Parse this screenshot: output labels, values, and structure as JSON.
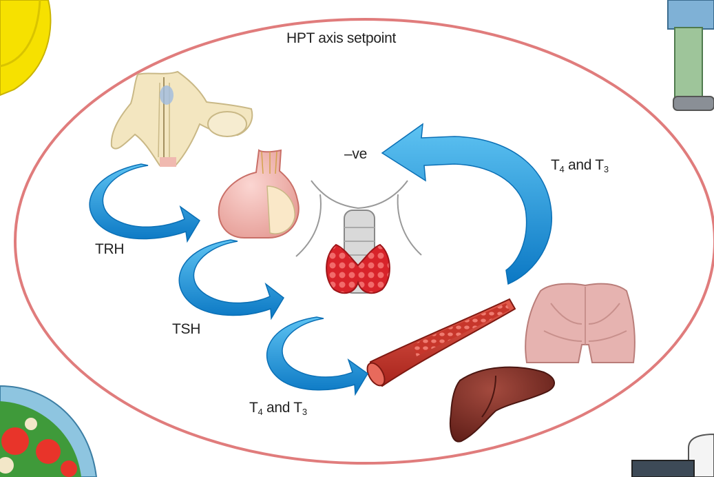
{
  "title": "HPT axis setpoint",
  "labels": {
    "trh": "TRH",
    "tsh": "TSH",
    "negative_feedback": "–ve",
    "t4t3_bottom": {
      "t_a": "T",
      "sub_a": "4",
      "and": " and ",
      "t_b": "T",
      "sub_b": "3"
    },
    "t4t3_right": {
      "t_a": "T",
      "sub_a": "4",
      "and": " and ",
      "t_b": "T",
      "sub_b": "3"
    }
  },
  "colors": {
    "ellipse": "#e07c7c",
    "arrow": "#1f9ee0",
    "arrow_dark": "#0a6fb5",
    "thyroid": "#d8232a",
    "vessel": "#c8372d",
    "liver": "#7a2a22",
    "muscle": "#e6b3b0",
    "pituitary": "#f0b9b0",
    "hypothalamus": "#f3e6c0",
    "banana": "#f6e100",
    "salad_plate": "#8ec5e0"
  }
}
